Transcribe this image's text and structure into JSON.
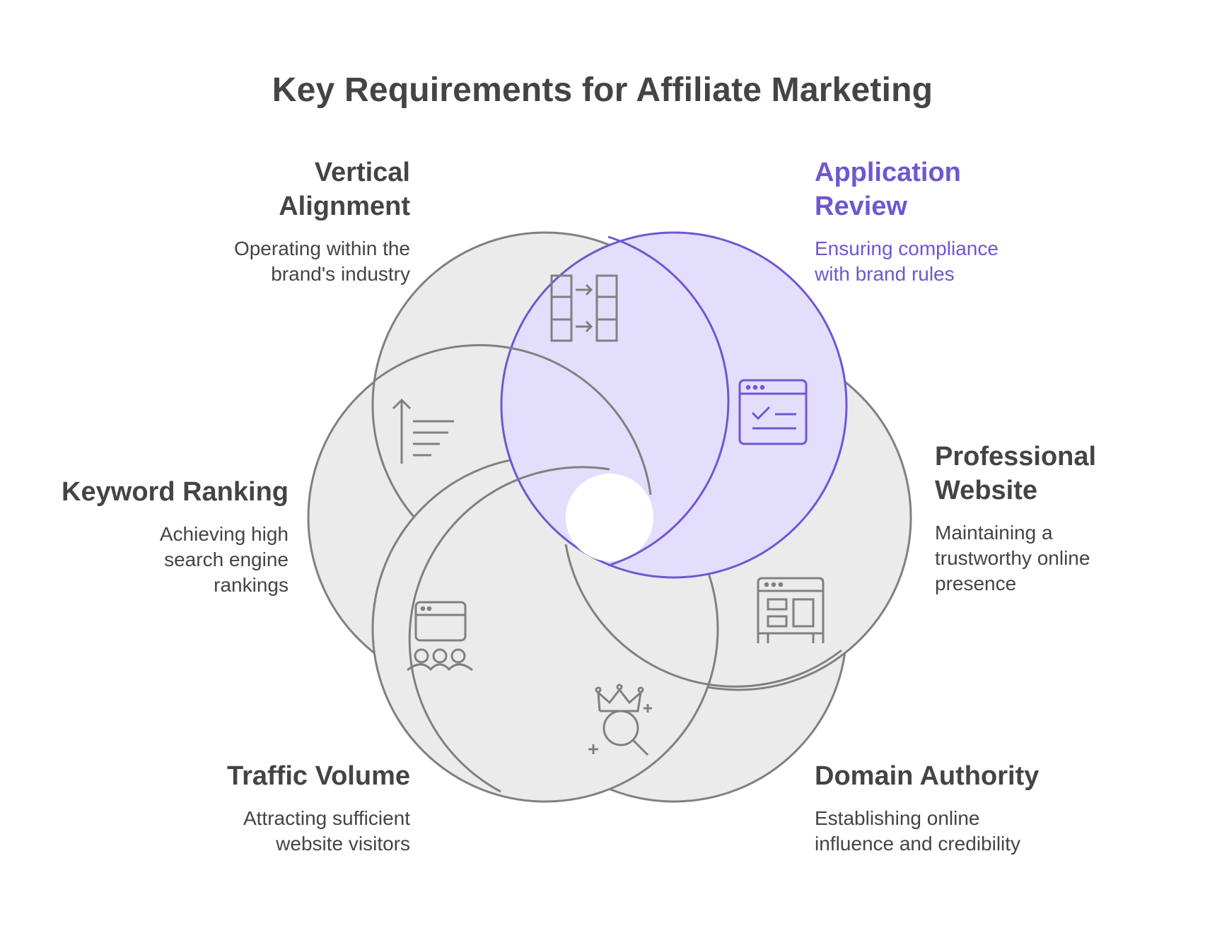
{
  "title": "Key Requirements for Affiliate Marketing",
  "colors": {
    "gray_fill": "#ebebeb",
    "gray_stroke": "#808080",
    "accent_fill": "#e4defd",
    "accent_stroke": "#7056d1",
    "text": "#444444"
  },
  "items": [
    {
      "head": "Vertical Alignment",
      "desc": "Operating within the brand's industry",
      "icon": "columns-arrows-icon"
    },
    {
      "head": "Application Review",
      "desc": "Ensuring compliance with brand rules",
      "icon": "browser-check-icon"
    },
    {
      "head": "Professional Website",
      "desc": "Maintaining a trustworthy online presence",
      "icon": "website-layout-icon"
    },
    {
      "head": "Domain Authority",
      "desc": "Establishing online influence and credibility",
      "icon": "crown-search-icon"
    },
    {
      "head": "Traffic Volume",
      "desc": "Attracting sufficient website visitors",
      "icon": "browser-audience-icon"
    },
    {
      "head": "Keyword Ranking",
      "desc": "Achieving high search engine rankings",
      "icon": "sort-ascending-icon"
    }
  ]
}
